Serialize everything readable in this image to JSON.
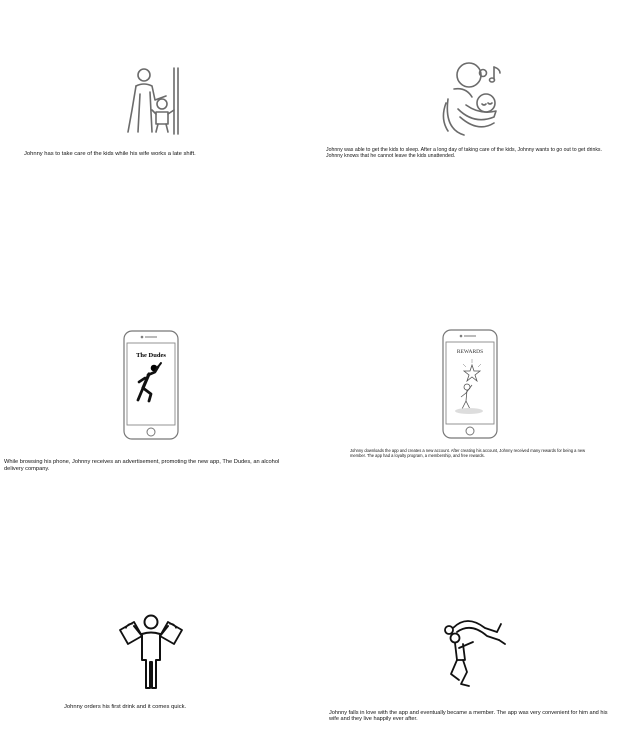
{
  "panels": [
    {
      "icon": "parent-pushing-child-on-swing-icon",
      "caption": "Johnny has to take care of the kids while his wife works a late shift."
    },
    {
      "icon": "parent-holding-sleeping-baby-icon",
      "caption": "Johnny was able to get the kids to sleep. After a long day of taking care of the kids, Johnny wants to go out to get drinks. Johnny knows that he cannot leave the kids unattended."
    },
    {
      "icon": "phone-ad-icon",
      "screen_title": "The Dudes",
      "caption": "While browsing his phone, Johnny receives an advertisement, promoting the new app, The Dudes, an alcohol delivery company."
    },
    {
      "icon": "phone-rewards-icon",
      "screen_title": "REWARDS",
      "caption": "Johnny downloads the app and creates a new account. After creating his account, Johnny received many rewards for being a new member. The app had a loyalty program, a membership, and free rewards."
    },
    {
      "icon": "person-with-shopping-bags-icon",
      "caption": "Johnny orders his first drink and it comes quick."
    },
    {
      "icon": "couple-embrace-icon",
      "caption": "Johnny falls in love with the app and eventually became a member. The app was very convenient for him and his wife and they live happily ever after."
    }
  ]
}
